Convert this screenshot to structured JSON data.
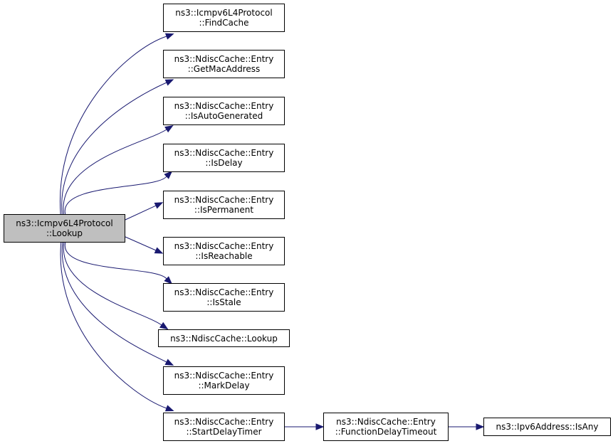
{
  "diagram": {
    "type": "call-graph",
    "edge_color": "#191970",
    "root": {
      "id": "root",
      "lines": [
        "ns3::Icmpv6L4Protocol",
        "::Lookup"
      ]
    },
    "nodes": [
      {
        "id": "n0",
        "lines": [
          "ns3::Icmpv6L4Protocol",
          "::FindCache"
        ]
      },
      {
        "id": "n1",
        "lines": [
          "ns3::NdiscCache::Entry",
          "::GetMacAddress"
        ]
      },
      {
        "id": "n2",
        "lines": [
          "ns3::NdiscCache::Entry",
          "::IsAutoGenerated"
        ]
      },
      {
        "id": "n3",
        "lines": [
          "ns3::NdiscCache::Entry",
          "::IsDelay"
        ]
      },
      {
        "id": "n4",
        "lines": [
          "ns3::NdiscCache::Entry",
          "::IsPermanent"
        ]
      },
      {
        "id": "n5",
        "lines": [
          "ns3::NdiscCache::Entry",
          "::IsReachable"
        ]
      },
      {
        "id": "n6",
        "lines": [
          "ns3::NdiscCache::Entry",
          "::IsStale"
        ]
      },
      {
        "id": "n7",
        "lines": [
          "ns3::NdiscCache::Lookup"
        ]
      },
      {
        "id": "n8",
        "lines": [
          "ns3::NdiscCache::Entry",
          "::MarkDelay"
        ]
      },
      {
        "id": "n9",
        "lines": [
          "ns3::NdiscCache::Entry",
          "::StartDelayTimer"
        ]
      },
      {
        "id": "n10",
        "lines": [
          "ns3::NdiscCache::Entry",
          "::FunctionDelayTimeout"
        ]
      },
      {
        "id": "n11",
        "lines": [
          "ns3::Ipv6Address::IsAny"
        ]
      }
    ],
    "edges": [
      [
        "root",
        "n0"
      ],
      [
        "root",
        "n1"
      ],
      [
        "root",
        "n2"
      ],
      [
        "root",
        "n3"
      ],
      [
        "root",
        "n4"
      ],
      [
        "root",
        "n5"
      ],
      [
        "root",
        "n6"
      ],
      [
        "root",
        "n7"
      ],
      [
        "root",
        "n8"
      ],
      [
        "root",
        "n9"
      ],
      [
        "n9",
        "n10"
      ],
      [
        "n10",
        "n11"
      ]
    ]
  }
}
